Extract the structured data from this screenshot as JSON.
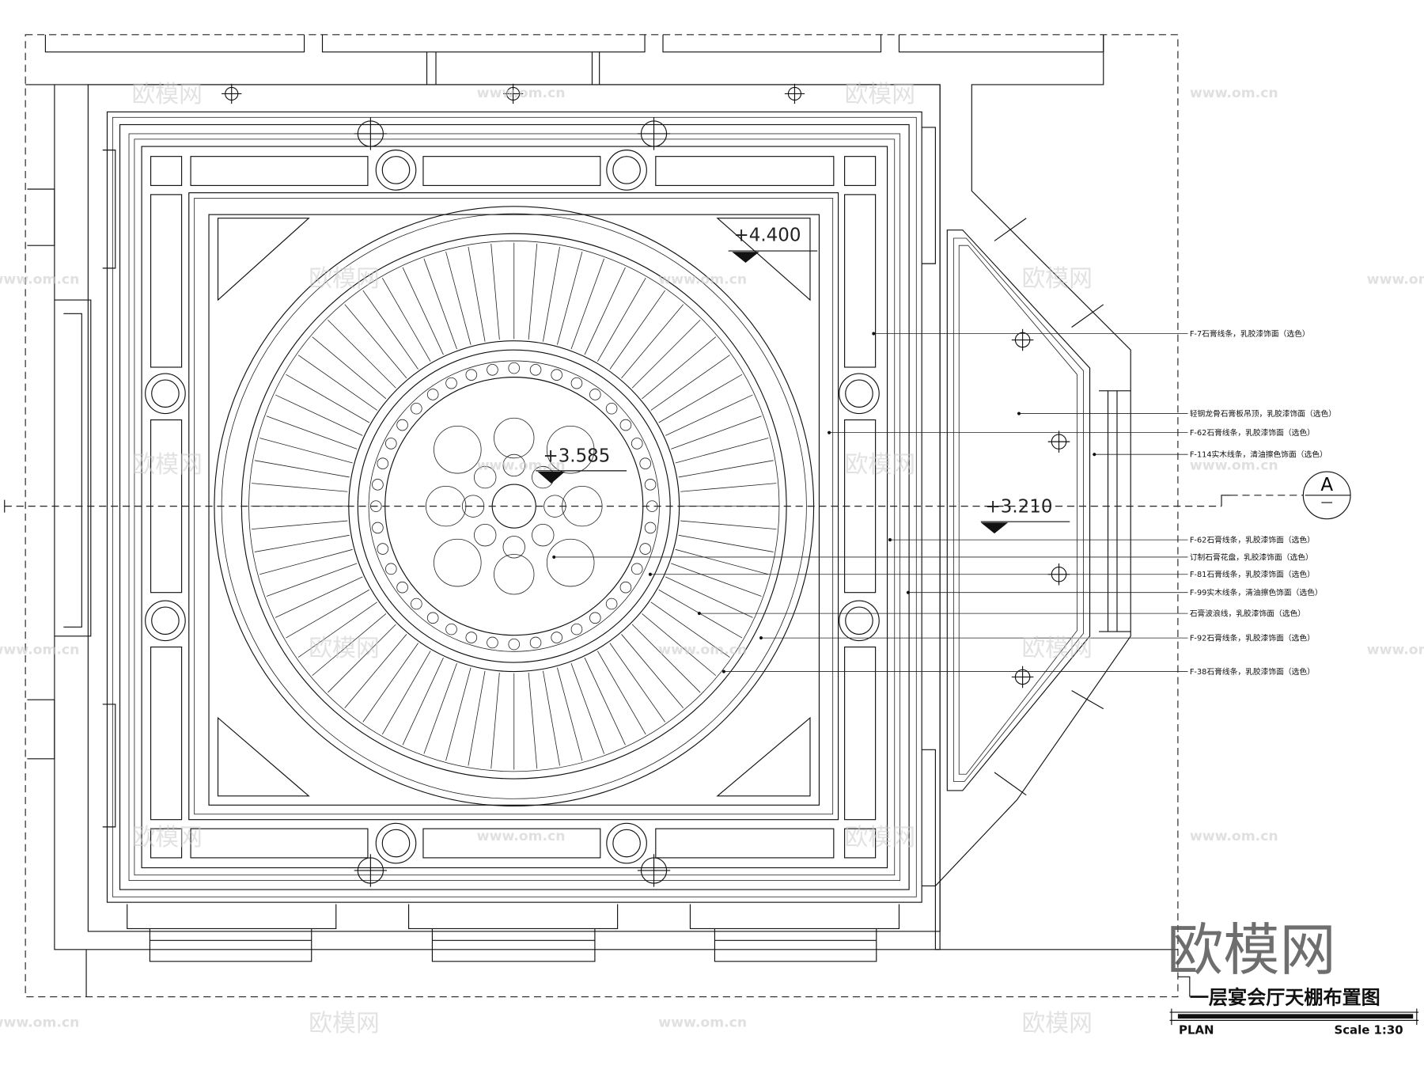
{
  "drawing": {
    "title": "一层宴会厅天棚布置图",
    "plan_label": "PLAN",
    "scale_label": "Scale 1:30",
    "section_marker": "A",
    "elevations": [
      "+4.400",
      "+3.210",
      "+3.585"
    ],
    "annotations": [
      "F-7石膏线条，乳胶漆饰面（选色）",
      "轻钢龙骨石膏板吊顶，乳胶漆饰面（选色）",
      "F-62石膏线条，乳胶漆饰面（选色）",
      "F-114实木线条，清油擦色饰面（选色）",
      "F-62石膏线条，乳胶漆饰面（选色）",
      "订制石膏花盘，乳胶漆饰面（选色）",
      "F-81石膏线条，乳胶漆饰面（选色）",
      "F-99实木线条，清油擦色饰面（选色）",
      "石膏波浪线，乳胶漆饰面（选色）",
      "F-92石膏线条，乳胶漆饰面（选色）",
      "F-38石膏线条，乳胶漆饰面（选色）"
    ]
  },
  "watermark": {
    "logo": "欧模网",
    "url": "www.om.cn"
  },
  "colors": {
    "line": "#111111",
    "watermark": "#cccccc"
  }
}
